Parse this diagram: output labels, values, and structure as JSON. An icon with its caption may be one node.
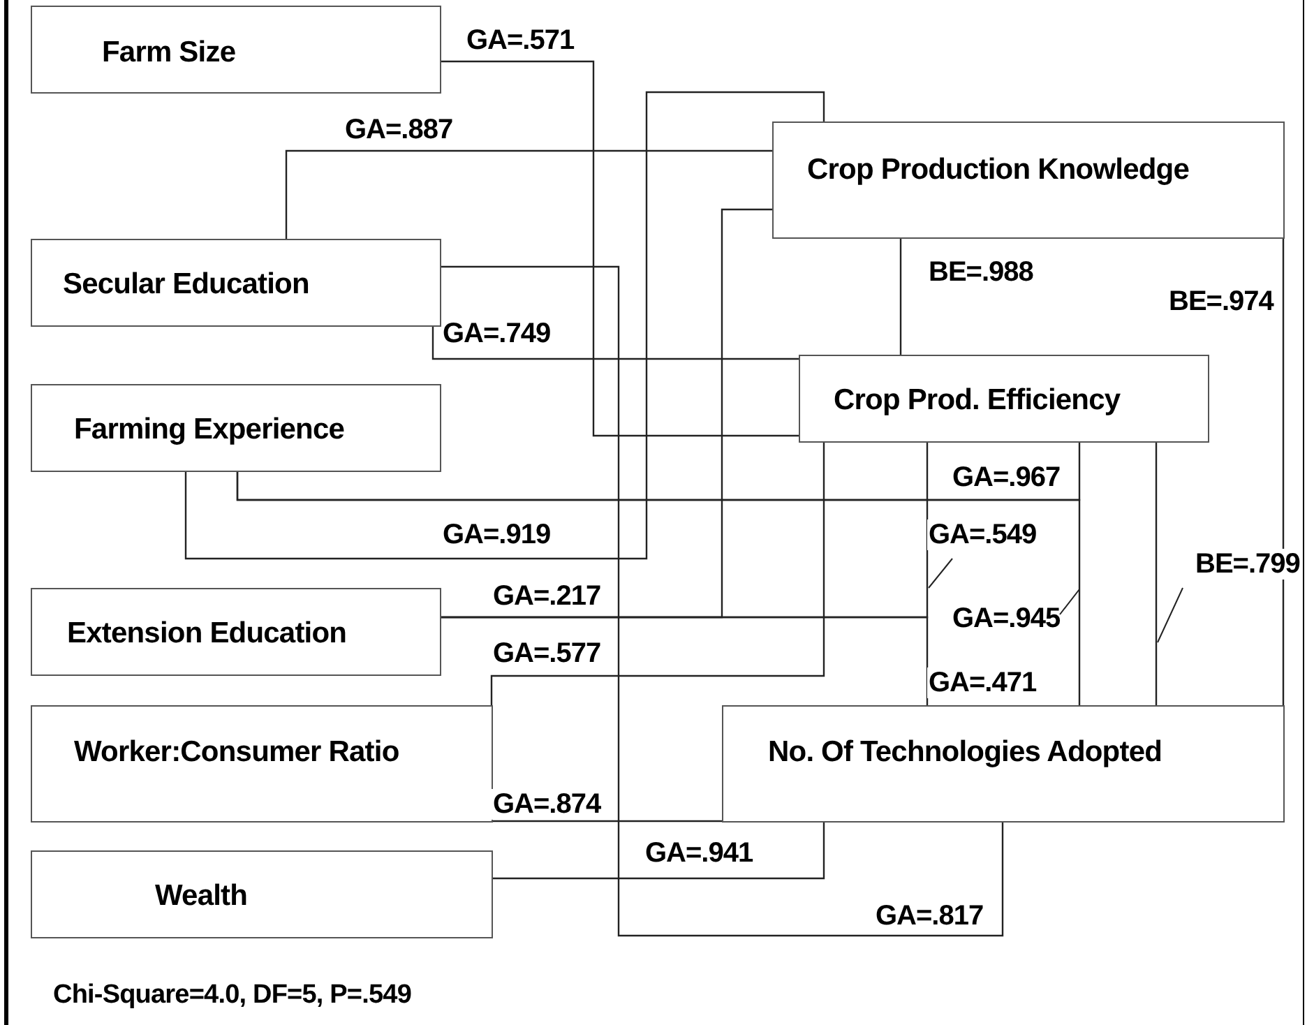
{
  "diagram": {
    "nodes": [
      {
        "text": [
          "Farm Size"
        ]
      },
      {
        "text": [
          "Crop Production Knowledge"
        ]
      },
      {
        "text": [
          "Secular Education"
        ]
      },
      {
        "text": [
          "Crop Prod. Efficiency"
        ]
      },
      {
        "text": [
          "Farming Experience"
        ]
      },
      {
        "text": [
          "Extension Education"
        ]
      },
      {
        "text": [
          "Worker:Consumer Ratio"
        ]
      },
      {
        "text": [
          "No. Of Technologies Adopted"
        ]
      },
      {
        "text": [
          "Wealth"
        ]
      }
    ],
    "edges": [
      {
        "from": 0,
        "to": 3,
        "arrow": "none",
        "label": "GA=.571"
      },
      {
        "from": 2,
        "to": 1,
        "arrow": "none",
        "label": "GA=.887"
      },
      {
        "from": 2,
        "to": 7,
        "arrow": "none",
        "label": "GA=.817"
      },
      {
        "from": 2,
        "to": 3,
        "arrow": "none",
        "label": "GA=.749"
      },
      {
        "from": 4,
        "to": 3,
        "arrow": "none",
        "label": "GA=.967"
      },
      {
        "from": 4,
        "to": 7,
        "arrow": "none",
        "label": "GA=.945"
      },
      {
        "from": 4,
        "to": 1,
        "arrow": "none",
        "label": "GA=.919"
      },
      {
        "from": 5,
        "to": 1,
        "arrow": "none",
        "label": "GA=.217"
      },
      {
        "from": 5,
        "to": 3,
        "arrow": "none",
        "label": "GA=.549"
      },
      {
        "from": 5,
        "to": 7,
        "arrow": "none",
        "label": "GA=.471"
      },
      {
        "from": 6,
        "to": 3,
        "arrow": "none",
        "label": "GA=.577"
      },
      {
        "from": 6,
        "to": 7,
        "arrow": "none",
        "label": "GA=.874"
      },
      {
        "from": 8,
        "to": 7,
        "arrow": "none",
        "label": "GA=.941"
      },
      {
        "from": 1,
        "to": 3,
        "arrow": "none",
        "label": "BE=.988"
      },
      {
        "from": 1,
        "to": 7,
        "arrow": "none",
        "label": "BE=.974"
      },
      {
        "from": 3,
        "to": 7,
        "arrow": "none",
        "label": "BE=.799"
      }
    ],
    "labels": [
      "Chi-Square=4.0, DF=5, P=.549"
    ]
  }
}
